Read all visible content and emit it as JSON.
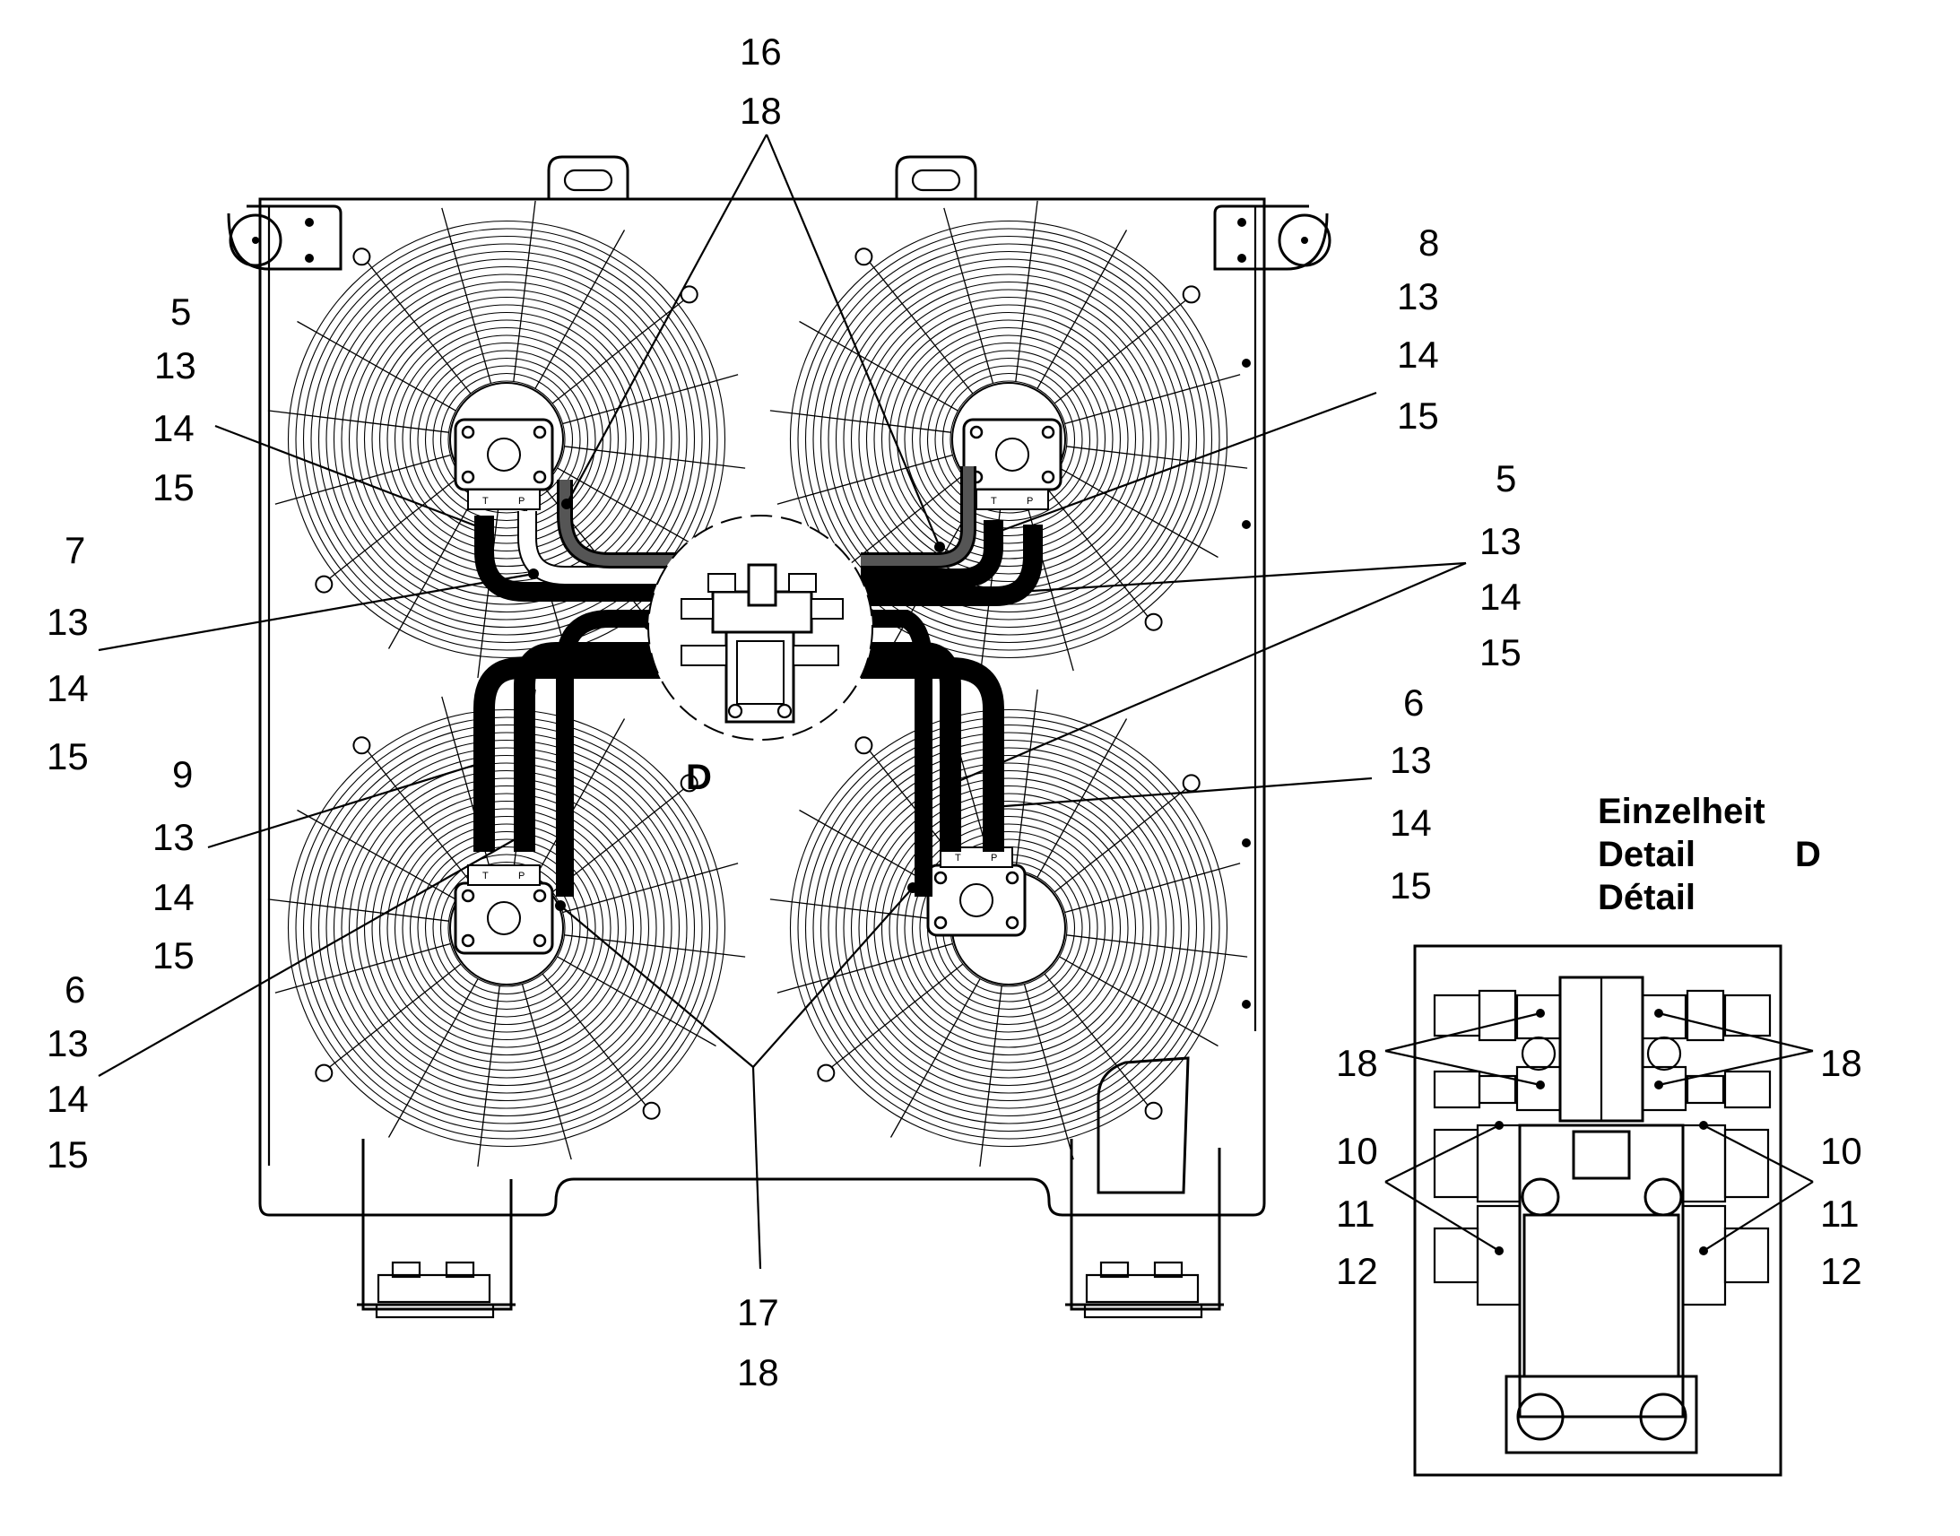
{
  "callouts": {
    "top_center": [
      "16",
      "18"
    ],
    "left_upper": [
      "5",
      "13",
      "14",
      "15"
    ],
    "left_middle": [
      "7",
      "13",
      "14",
      "15"
    ],
    "left_lower_a": [
      "9",
      "13",
      "14",
      "15"
    ],
    "left_lower_b": [
      "6",
      "13",
      "14",
      "15"
    ],
    "right_upper": [
      "8",
      "13",
      "14",
      "15"
    ],
    "right_middle": [
      "5",
      "13",
      "14",
      "15"
    ],
    "right_lower": [
      "6",
      "13",
      "14",
      "15"
    ],
    "bottom_center": [
      "17",
      "18"
    ],
    "detail_left": [
      "18",
      "10",
      "11",
      "12"
    ],
    "detail_right": [
      "18",
      "10",
      "11",
      "12"
    ]
  },
  "detail_marker": "D",
  "detail_title": {
    "line1": "Einzelheit",
    "line2": "Detail",
    "line3": "Détail",
    "letter": "D"
  },
  "port_letters": {
    "t": "T",
    "p": "P"
  }
}
